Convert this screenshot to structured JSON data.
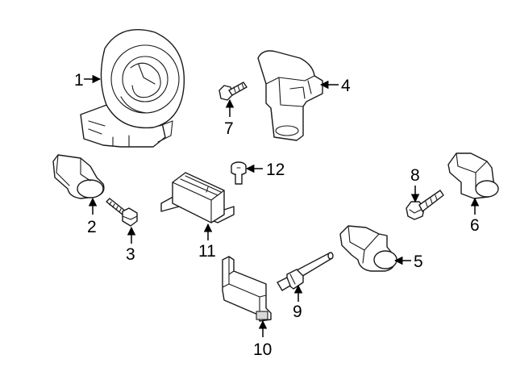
{
  "callouts": {
    "c1": "1",
    "c2": "2",
    "c3": "3",
    "c4": "4",
    "c5": "5",
    "c6": "6",
    "c7": "7",
    "c8": "8",
    "c9": "9",
    "c10": "10",
    "c11": "11",
    "c12": "12"
  },
  "colors": {
    "line": "#1a1a1a",
    "background": "#ffffff",
    "shade": "#d9d9d9"
  }
}
